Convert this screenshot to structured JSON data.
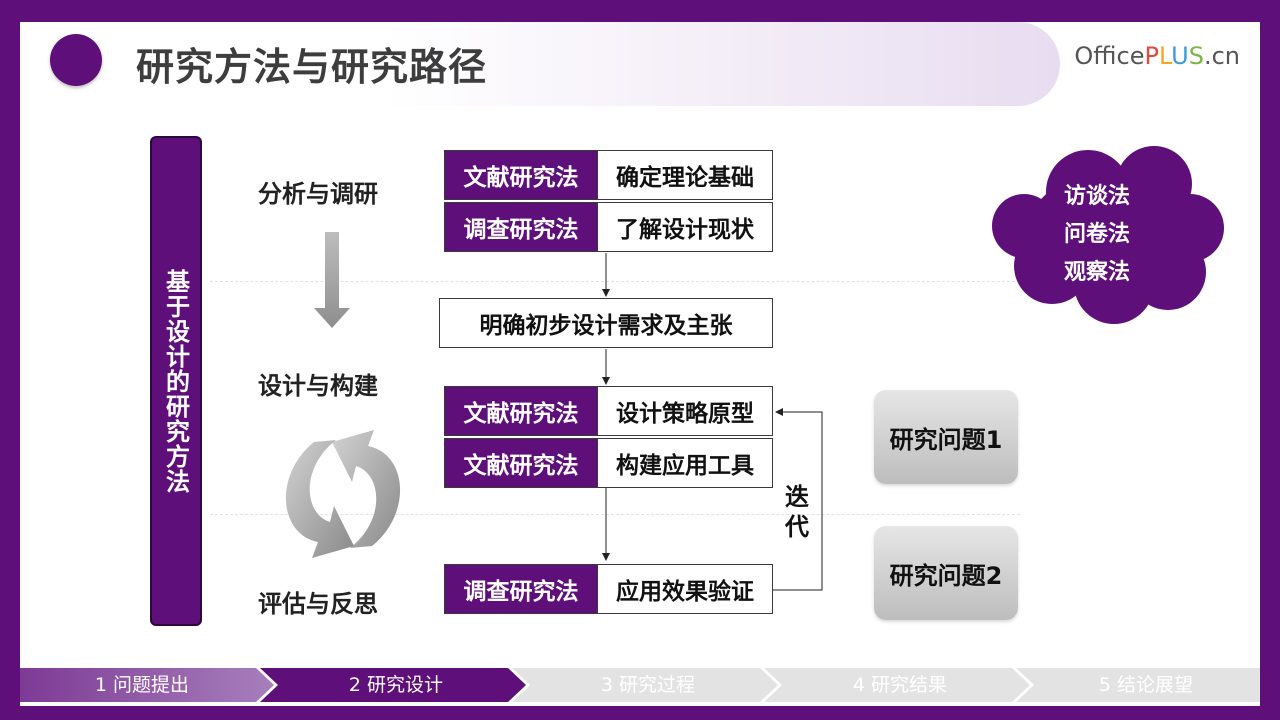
{
  "header": {
    "title": "研究方法与研究路径",
    "logo": {
      "office": "Office",
      "p": "P",
      "l": "L",
      "u": "U",
      "s": "S",
      "cn": ".cn"
    }
  },
  "sidebar_label": "基于设计的研究方法",
  "stages": [
    "分析与调研",
    "设计与构建",
    "评估与反思"
  ],
  "flow": {
    "rows": [
      {
        "method": "文献研究法",
        "task": "确定理论基础"
      },
      {
        "method": "调查研究法",
        "task": "了解设计现状"
      },
      {
        "method": "文献研究法",
        "task": "设计策略原型"
      },
      {
        "method": "文献研究法",
        "task": "构建应用工具"
      },
      {
        "method": "调查研究法",
        "task": "应用效果验证"
      }
    ],
    "summary": "明确初步设计需求及主张",
    "iterate": "迭代"
  },
  "cloud_methods": [
    "访谈法",
    "问卷法",
    "观察法"
  ],
  "questions": [
    "研究问题1",
    "研究问题2"
  ],
  "nav": {
    "steps": [
      "1 问题提出",
      "2 研究设计",
      "3 研究过程",
      "4 研究结果",
      "5  结论展望"
    ],
    "active_index": 1
  },
  "colors": {
    "primary": "#5f0f7a",
    "gray_box": "#c9c9c9",
    "nav_inactive": "#e3e3e3"
  }
}
